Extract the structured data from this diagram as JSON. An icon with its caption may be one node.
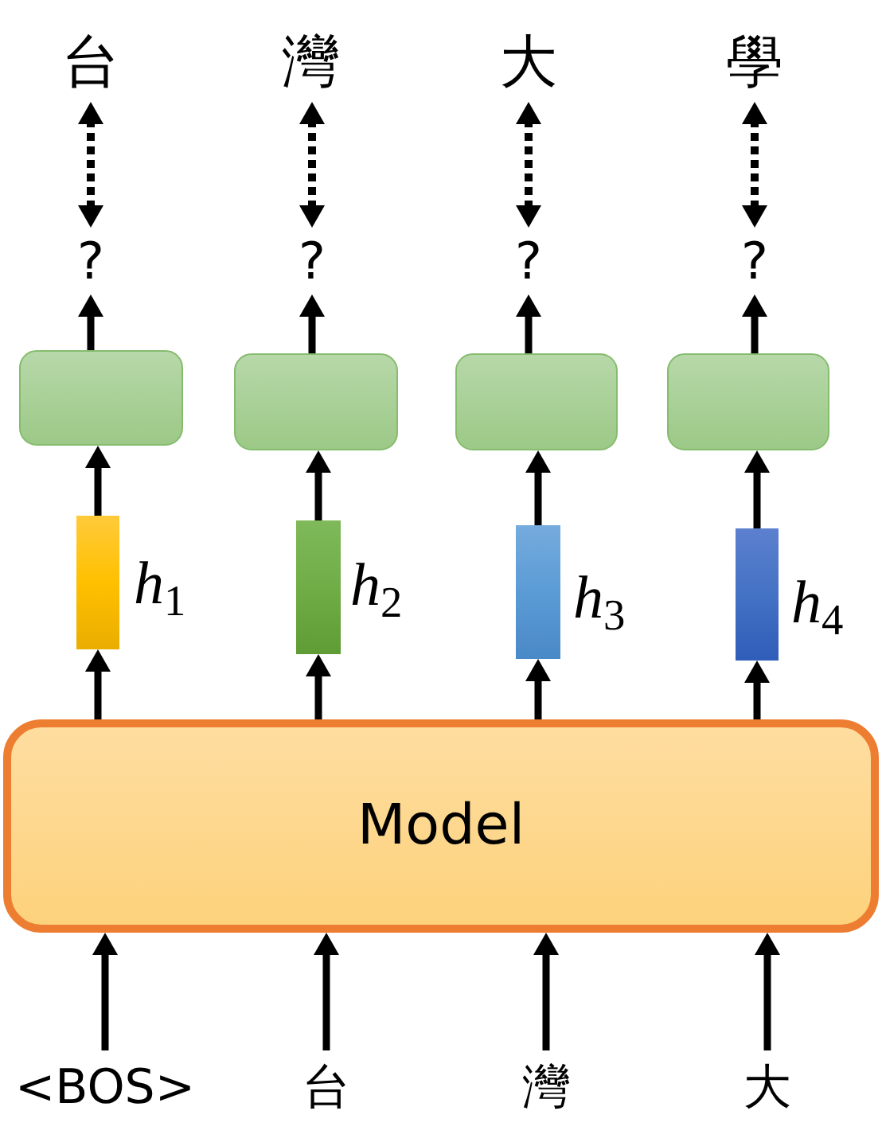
{
  "diagram": {
    "nodes": [
      {
        "text": [
          "台"
        ]
      },
      {
        "text": [
          "灣"
        ]
      },
      {
        "text": [
          "大"
        ]
      },
      {
        "text": [
          "學"
        ]
      },
      {
        "text": [
          "?"
        ]
      },
      {
        "text": [
          "?"
        ]
      },
      {
        "text": [
          "?"
        ]
      },
      {
        "text": [
          "?"
        ]
      },
      {
        "text": [],
        "shape": "box"
      },
      {
        "text": [],
        "shape": "box"
      },
      {
        "text": [],
        "shape": "box"
      },
      {
        "text": [],
        "shape": "box"
      },
      {
        "text": [],
        "shape": "bar",
        "beside": [
          "*h*$_{1}$"
        ]
      },
      {
        "text": [],
        "shape": "bar",
        "beside": [
          "*h*$_{2}$"
        ]
      },
      {
        "text": [],
        "shape": "bar",
        "beside": [
          "*h*$_{3}$"
        ]
      },
      {
        "text": [],
        "shape": "bar",
        "beside": [
          "*h*$_{4}$"
        ]
      },
      {
        "text": [
          "Model"
        ]
      },
      {
        "text": [
          "<BOS>"
        ]
      },
      {
        "text": [
          "台"
        ]
      },
      {
        "text": [
          "灣"
        ]
      },
      {
        "text": [
          "大"
        ]
      }
    ],
    "edges": [
      {
        "from": 17,
        "to": 16,
        "arrow": "to"
      },
      {
        "from": 18,
        "to": 16,
        "arrow": "to"
      },
      {
        "from": 19,
        "to": 16,
        "arrow": "to"
      },
      {
        "from": 20,
        "to": 16,
        "arrow": "to"
      },
      {
        "from": 16,
        "to": 12,
        "arrow": "to"
      },
      {
        "from": 16,
        "to": 13,
        "arrow": "to"
      },
      {
        "from": 16,
        "to": 14,
        "arrow": "to"
      },
      {
        "from": 16,
        "to": 15,
        "arrow": "to"
      },
      {
        "from": 12,
        "to": 8,
        "arrow": "to"
      },
      {
        "from": 13,
        "to": 9,
        "arrow": "to"
      },
      {
        "from": 14,
        "to": 10,
        "arrow": "to"
      },
      {
        "from": 15,
        "to": 11,
        "arrow": "to"
      },
      {
        "from": 8,
        "to": 4,
        "arrow": "to"
      },
      {
        "from": 9,
        "to": 5,
        "arrow": "to"
      },
      {
        "from": 10,
        "to": 6,
        "arrow": "to"
      },
      {
        "from": 11,
        "to": 7,
        "arrow": "to"
      },
      {
        "from": 4,
        "to": 0,
        "arrow": "both",
        "style": "dashed"
      },
      {
        "from": 5,
        "to": 1,
        "arrow": "both",
        "style": "dashed"
      },
      {
        "from": 6,
        "to": 2,
        "arrow": "both",
        "style": "dashed"
      },
      {
        "from": 7,
        "to": 3,
        "arrow": "both",
        "style": "dashed"
      }
    ]
  }
}
